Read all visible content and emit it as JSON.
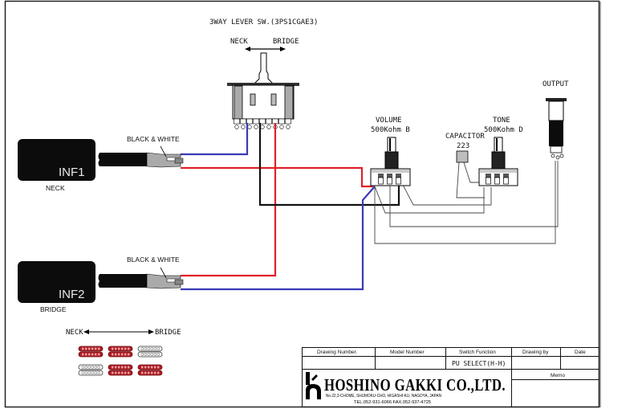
{
  "switch": {
    "title": "3WAY LEVER SW.(3PS1CGAE3)",
    "left_label": "NECK",
    "right_label": "BRIDGE"
  },
  "pickups": {
    "neck": {
      "name": "INF1",
      "position_label": "NECK",
      "wire_label": "BLACK & WHITE"
    },
    "bridge": {
      "name": "INF2",
      "position_label": "BRIDGE",
      "wire_label": "BLACK & WHITE"
    }
  },
  "volume_pot": {
    "title": "VOLUME",
    "value": "500Kohm B"
  },
  "tone_pot": {
    "title": "TONE",
    "value": "500Kohm D"
  },
  "capacitor": {
    "title": "CAPACITOR",
    "value": "223"
  },
  "output": {
    "title": "OUTPUT"
  },
  "pickup_selector_legend": {
    "left_label": "NECK",
    "right_label": "BRIDGE",
    "rows": [
      [
        "active",
        "active",
        "inactive"
      ],
      [
        "inactive",
        "active",
        "active"
      ]
    ]
  },
  "title_block": {
    "headers": [
      "Drawing Number.",
      "Model Number",
      "Switch Function",
      "Drawing by",
      "Date"
    ],
    "values": [
      "",
      "",
      "PU SELECT(H-H)",
      "",
      ""
    ],
    "memo_label": "Memo",
    "company": "HOSHINO GAKKI CO.,LTD.",
    "address": "No.22,3-CHOME, SHUMOKU-CHO, HIGASHI-KU, NAGOYA, JAPAN",
    "contact": "TEL.052-931-6066  FAX.052-937-4725"
  },
  "colors": {
    "hot_red": "#e0202a",
    "hot_blue": "#3a3ab8",
    "ground": "#111111",
    "pickup_active": "#b01c22",
    "pot_gray": "#cfcfcf"
  }
}
